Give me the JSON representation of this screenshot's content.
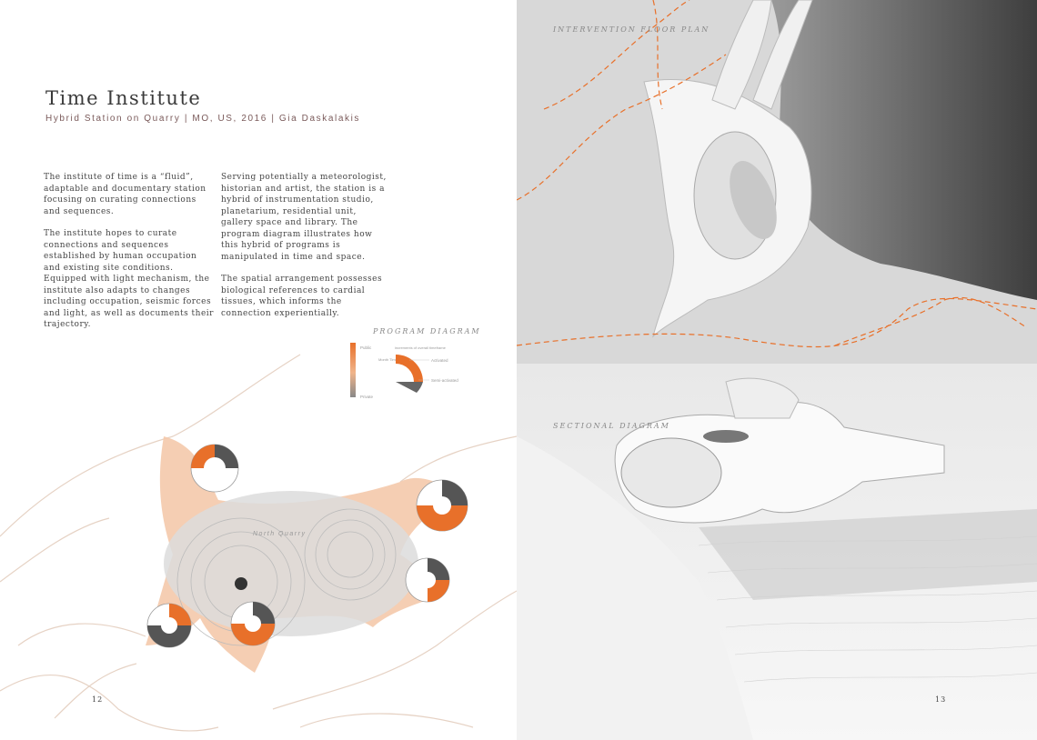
{
  "left_page": {
    "title": "Time Institute",
    "subtitle": "Hybrid Station on Quarry | MO, US, 2016 | Gia Daskalakis",
    "col1_p1": "The institute of time is a “fluid”, adaptable and documentary station focusing on curating connections and sequences.",
    "col1_p2": "The institute hopes to curate connections and sequences established by human occupation and existing site conditions. Equipped with light mechanism, the institute also adapts to changes including occupation, seismic forces and light, as well as documents their trajectory.",
    "col2_p1": "Serving potentially a meteorologist, historian and artist, the station is a hybrid of instrumentation studio, planetarium, residential unit, gallery space and library. The program diagram illustrates how this hybrid of programs is manipulated in time and space.",
    "col2_p2": "The spatial arrangement possesses biological references to cardial tissues, which informs the connection experientially.",
    "program_diagram_label": "Program Diagram",
    "legend": {
      "public": "Public",
      "private": "Private",
      "increments": "increments of overall timeframe",
      "month_time": "Month Time",
      "activated": "Activated",
      "semi_activated": "Semi-activated"
    },
    "quarry_label": "North Quarry",
    "page_number": "12"
  },
  "right_page": {
    "floor_plan_label": "Intervention Floor Plan",
    "sectional_label": "Sectional Diagram",
    "page_number": "13"
  },
  "colors": {
    "accent_orange": "#e8702a",
    "light_orange": "#f0b48a",
    "grey_dark": "#555555",
    "grey_light": "#d8d8d8"
  }
}
